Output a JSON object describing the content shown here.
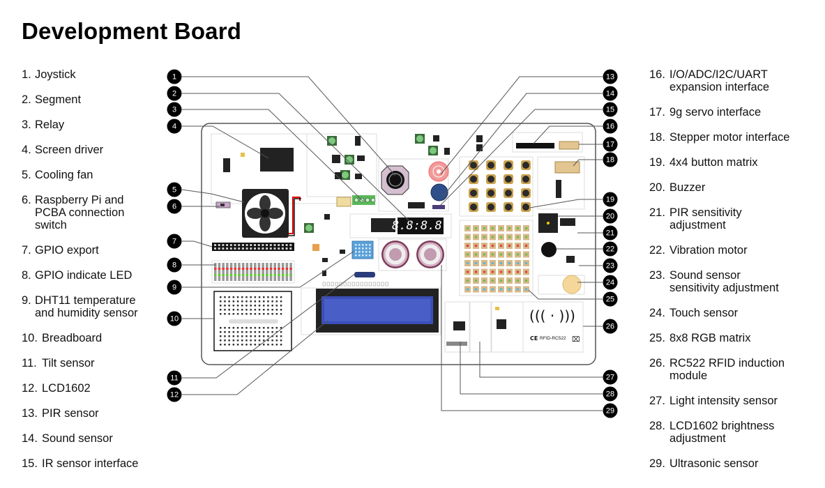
{
  "title": "Development Board",
  "labels_left": [
    {
      "num": "1.",
      "text": [
        "Joystick"
      ]
    },
    {
      "num": "2.",
      "text": [
        "Segment"
      ]
    },
    {
      "num": "3.",
      "text": [
        "Relay"
      ]
    },
    {
      "num": "4.",
      "text": [
        "Screen driver"
      ]
    },
    {
      "num": "5.",
      "text": [
        "Cooling fan"
      ]
    },
    {
      "num": "6.",
      "text": [
        "Raspberry Pi and",
        "PCBA connection",
        "switch"
      ]
    },
    {
      "num": "7.",
      "text": [
        "GPIO export"
      ]
    },
    {
      "num": "8.",
      "text": [
        "GPIO  indicate LED"
      ]
    },
    {
      "num": "9.",
      "text": [
        "DHT11 temperature",
        "and humidity sensor"
      ]
    },
    {
      "num": "10.",
      "text": [
        "Breadboard"
      ]
    },
    {
      "num": "11.",
      "text": [
        "Tilt sensor"
      ]
    },
    {
      "num": "12.",
      "text": [
        "LCD1602"
      ]
    },
    {
      "num": "13.",
      "text": [
        "PIR sensor"
      ]
    },
    {
      "num": "14.",
      "text": [
        "Sound sensor"
      ]
    },
    {
      "num": "15.",
      "text": [
        "IR sensor interface"
      ]
    }
  ],
  "labels_right": [
    {
      "num": "16.",
      "text": [
        "I/O/ADC/I2C/UART",
        "expansion interface"
      ]
    },
    {
      "num": "17.",
      "text": [
        "9g servo interface"
      ]
    },
    {
      "num": "18.",
      "text": [
        "Stepper motor interface"
      ]
    },
    {
      "num": "19.",
      "text": [
        "4x4 button matrix"
      ]
    },
    {
      "num": "20.",
      "text": [
        "Buzzer"
      ]
    },
    {
      "num": "21.",
      "text": [
        "PIR sensitivity",
        "adjustment"
      ]
    },
    {
      "num": "22.",
      "text": [
        "Vibration motor"
      ]
    },
    {
      "num": "23.",
      "text": [
        "Sound sensor",
        "sensitivity adjustment"
      ]
    },
    {
      "num": "24.",
      "text": [
        "Touch sensor"
      ]
    },
    {
      "num": "25.",
      "text": [
        "8x8 RGB matrix"
      ]
    },
    {
      "num": "26.",
      "text": [
        "RC522 RFID induction",
        "module"
      ]
    },
    {
      "num": "27.",
      "text": [
        "Light intensity sensor"
      ]
    },
    {
      "num": "28.",
      "text": [
        "LCD1602 brightness",
        "adjustment"
      ]
    },
    {
      "num": "29.",
      "text": [
        "Ultrasonic sensor"
      ]
    }
  ],
  "callouts": [
    "1",
    "2",
    "3",
    "4",
    "5",
    "6",
    "7",
    "8",
    "9",
    "10",
    "11",
    "12",
    "13",
    "14",
    "15",
    "16",
    "17",
    "18",
    "19",
    "20",
    "21",
    "22",
    "23",
    "24",
    "25",
    "26",
    "27",
    "28",
    "29"
  ],
  "board": {
    "segment_display": "8.8:8.8.",
    "rfid_label": "RFID-RC522",
    "ce_mark": "CE"
  },
  "colors": {
    "board_border": "#555555",
    "callout_fill": "#000000",
    "lcd_blue": "#3b4fb8",
    "dht_blue": "#5aa0d8",
    "button_green": "#7fc87f",
    "pir_pink": "#f29a9a",
    "sound_blue": "#2f4f8a",
    "touch_yellow": "#f5d79a",
    "terminal_green": "#5cb85c"
  }
}
